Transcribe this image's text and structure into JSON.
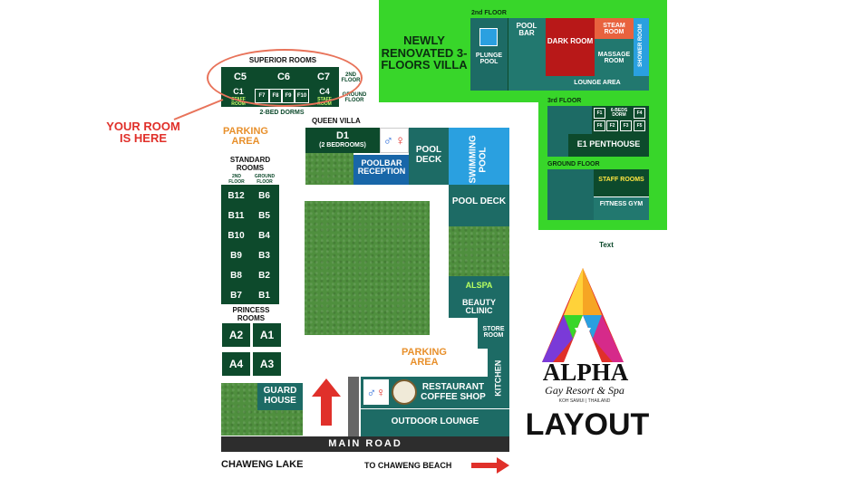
{
  "superior": {
    "title": "SUPERIOR ROOMS",
    "second_floor": "2ND FLOOR",
    "ground_floor": "GROUND FLOOR",
    "rooms_top": [
      "C5",
      "C6",
      "C7"
    ],
    "c1": "C1",
    "c4": "C4",
    "staff_room": "STAFF ROOM",
    "f_rooms": [
      "F7",
      "F8",
      "F9",
      "F10"
    ],
    "dorms": "2-BED DORMS"
  },
  "your_room": "YOUR ROOM IS HERE",
  "parking1": "PARKING AREA",
  "parking2": "PARKING AREA",
  "standard": {
    "title": "STANDARD ROOMS",
    "col_left": "2ND FLOOR",
    "col_right": "GROUND FLOOR",
    "left": [
      "B12",
      "B11",
      "B10",
      "B9",
      "B8",
      "B7"
    ],
    "right": [
      "B6",
      "B5",
      "B4",
      "B3",
      "B2",
      "B1"
    ]
  },
  "princess": {
    "title": "PRINCESS ROOMS",
    "rooms": [
      "A2",
      "A1",
      "A4",
      "A3"
    ]
  },
  "queen_villa": "QUEEN VILLA",
  "d1": "D1",
  "d1_sub": "(2 BEDROOMS)",
  "poolbar_reception": "POOLBAR RECEPTION",
  "pool_deck": "POOL DECK",
  "swimming_pool": "SWIMMING POOL",
  "pool_deck2": "POOL DECK",
  "alspa": "ALSPA",
  "beauty_clinic": "BEAUTY CLINIC",
  "store_room": "STORE ROOM",
  "kitchen": "KITCHEN",
  "guard_house": "GUARD HOUSE",
  "restaurant": "RESTAURANT COFFEE SHOP",
  "outdoor_lounge": "OUTDOOR LOUNGE",
  "main_road": "MAIN ROAD",
  "chaweng_lake": "CHAWENG LAKE",
  "to_beach": "TO CHAWENG BEACH",
  "villa": {
    "title": "NEWLY RENOVATED 3-FLOORS VILLA",
    "floor2": "2nd FLOOR",
    "plunge_pool": "PLUNGE POOL",
    "pool_bar": "POOL BAR",
    "dark_room": "DARK ROOM",
    "steam_room": "STEAM ROOM",
    "massage_room": "MASSAGE ROOM",
    "shower_room": "SHOWER ROOM",
    "lounge_area": "LOUNGE AREA",
    "floor3": "3rd FLOOR",
    "dorm_rooms": [
      "F1",
      "F4",
      "F6",
      "F2",
      "F3",
      "F5"
    ],
    "dorm_label": "6-BEDS DORM",
    "penthouse": "E1 PENTHOUSE",
    "ground_floor": "GROUND FLOOR",
    "staff_rooms": "STAFF ROOMS",
    "fitness_gym": "FITNESS GYM"
  },
  "text_label": "Text",
  "logo": {
    "name": "ALPHA",
    "tagline": "Gay Resort & Spa",
    "location": "KOH SAMUI | THAILAND",
    "layout": "LAYOUT"
  },
  "colors": {
    "teal": "#1d6b65",
    "dark_green": "#0d4a2c",
    "villa_green": "#38d62a",
    "pool_blue": "#2aa0e0",
    "accent_red": "#e0302a",
    "accent_orange": "#e8902c"
  }
}
